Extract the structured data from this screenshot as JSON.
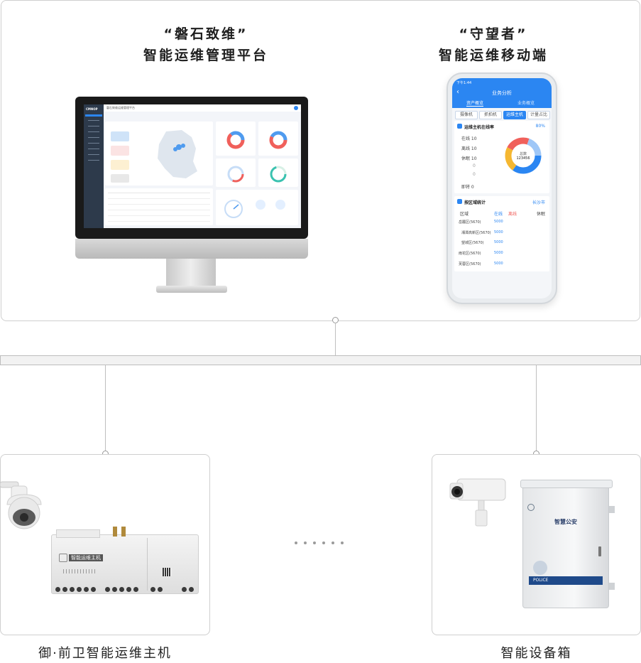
{
  "top_left": {
    "title_line1": "“磐石致维”",
    "title_line2": "智能运维管理平台"
  },
  "top_right": {
    "title_line1": "“守望者”",
    "title_line2": "智能运维移动端"
  },
  "phone": {
    "status_time": "下午1:44",
    "header_title": "业务分析",
    "header_tabs": [
      "资产概览",
      "业务概览"
    ],
    "sub_tabs": [
      "摄像机",
      "抓拍机",
      "运维主机",
      "计量占比"
    ],
    "active_sub_tab": 2,
    "online_rate_label": "运维主机在线率",
    "online_rate_value": "80%",
    "legend_rows": [
      "在线 10",
      "离线 10",
      "休眠 10",
      "0",
      "0",
      "即将 0"
    ],
    "donut_center_label": "总数",
    "donut_center_value": "123456",
    "district_label": "按区域统计",
    "district_city": "长沙市",
    "table_headers": [
      "区域",
      "在线",
      "离线",
      "",
      "",
      "休眠"
    ],
    "table_rows": [
      "岳麓区(5670)",
      "湘潭高新区(5670)",
      "望城区(5670)",
      "雨花区(5670)",
      "芙蓉区(5670)"
    ],
    "table_cell": "5000"
  },
  "desktop": {
    "logo": "CMNOP",
    "app_title": "磐石致维运维管理平台"
  },
  "left_device": {
    "brand": "智能运维主机",
    "caption": "御·前卫智能运维主机"
  },
  "right_device": {
    "cabinet_title": "智慧公安",
    "cabinet_badge": "POLICE",
    "caption": "智能设备箱"
  },
  "colors": {
    "primary_blue": "#2b86f2",
    "donut_red": "#f0605b",
    "donut_yellow": "#f5b731",
    "donut_teal": "#3ac2b0",
    "bus_border": "#bdbdbd",
    "panel_border": "#cfcfcf"
  }
}
